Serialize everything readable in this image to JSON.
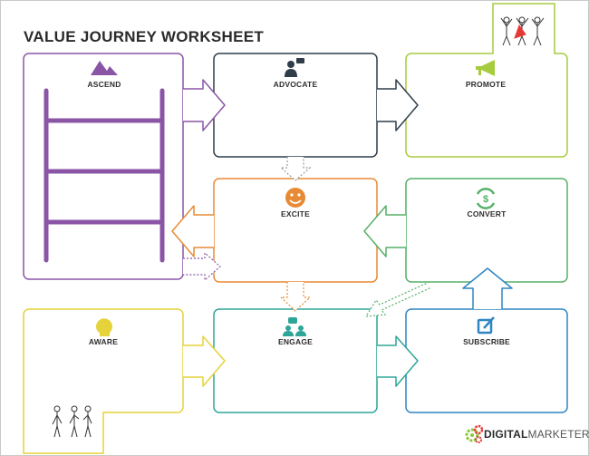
{
  "title": "VALUE JOURNEY WORKSHEET",
  "stages": {
    "ascend": "ASCEND",
    "advocate": "ADVOCATE",
    "promote": "PROMOTE",
    "excite": "EXCITE",
    "convert": "CONVERT",
    "aware": "AWARE",
    "engage": "ENGAGE",
    "subscribe": "SUBSCRIBE"
  },
  "colors": {
    "ascend": "#8b55a6",
    "advocate": "#2f3d4a",
    "promote": "#a6cc3e",
    "excite": "#e88a35",
    "convert": "#55b067",
    "aware": "#e6d23a",
    "engage": "#2da598",
    "subscribe": "#2e86c2"
  },
  "icons": {
    "ascend": "mountain-icon",
    "advocate": "speaker-person-icon",
    "promote": "megaphone-icon",
    "excite": "smiley-icon",
    "convert": "dollar-cycle-icon",
    "aware": "lightbulb-head-icon",
    "engage": "people-chat-icon",
    "subscribe": "edit-icon"
  },
  "logo": {
    "part1": "DIGITAL",
    "part2": "MARKETER"
  }
}
